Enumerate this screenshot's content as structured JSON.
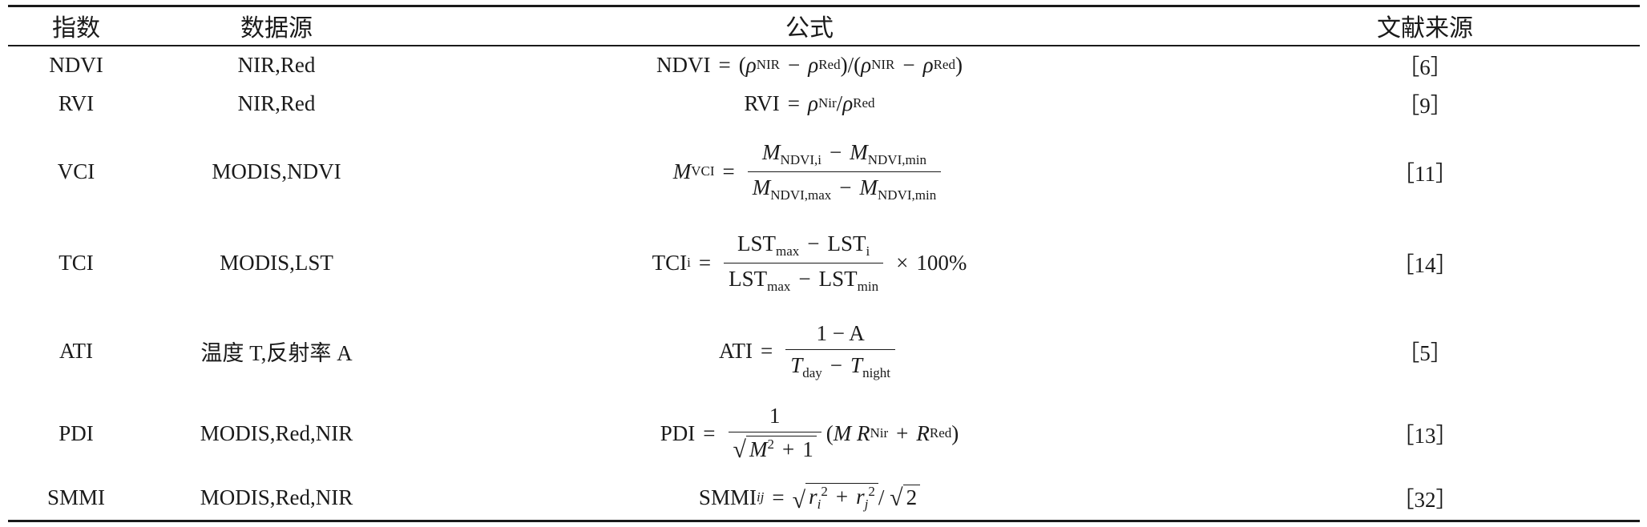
{
  "headers": {
    "index": "指数",
    "source": "数据源",
    "formula": "公式",
    "reference": "文献来源"
  },
  "rows": [
    {
      "index": "NDVI",
      "source": "NIR,Red",
      "reference": "［6］"
    },
    {
      "index": "RVI",
      "source": "NIR,Red",
      "reference": "［9］"
    },
    {
      "index": "VCI",
      "source": "MODIS,NDVI",
      "reference": "［11］"
    },
    {
      "index": "TCI",
      "source": "MODIS,LST",
      "reference": "［14］"
    },
    {
      "index": "ATI",
      "source": "温度 T,反射率 A",
      "reference": "［5］"
    },
    {
      "index": "PDI",
      "source": "MODIS,Red,NIR",
      "reference": "［13］"
    },
    {
      "index": "SMMI",
      "source": "MODIS,Red,NIR",
      "reference": "［32］"
    }
  ],
  "formulas": {
    "ndvi": {
      "lhs": "NDVI",
      "eq": "=",
      "rho": "ρ",
      "nir": "NIR",
      "red": "Red",
      "minus": "−",
      "slash": "/",
      "lp": "(",
      "rp": ")"
    },
    "rvi": {
      "lhs": "RVI",
      "eq": "=",
      "rho": "ρ",
      "nir": "Nir",
      "red": "Red",
      "slash": "/"
    },
    "vci": {
      "m": "M",
      "lhs_sub": "VCI",
      "eq": "=",
      "sub_i": "NDVI,i",
      "sub_min": "NDVI,min",
      "sub_max": "NDVI,max",
      "minus": "−"
    },
    "tci": {
      "lhs": "TCI",
      "lhs_sub": "i",
      "eq": "=",
      "lst": "LST",
      "max": "max",
      "min": "min",
      "i": "i",
      "minus": "−",
      "times": "×",
      "pct": "100%"
    },
    "ati": {
      "lhs": "ATI",
      "eq": "=",
      "num": "1 − A",
      "t": "T",
      "day": "day",
      "night": "night",
      "minus": "−"
    },
    "pdi": {
      "lhs": "PDI",
      "eq": "=",
      "one": "1",
      "m": "M",
      "sq": "2",
      "plus": "+",
      "r": "R",
      "nir": "Nir",
      "red": "Red",
      "lp": "(",
      "rp": ")"
    },
    "smmi": {
      "lhs": "SMMI",
      "lhs_sub": "ij",
      "eq": "=",
      "ri": "r",
      "i": "i",
      "rj": "r",
      "j": "j",
      "sq": "2",
      "plus": "+",
      "slash": "/",
      "two": "2"
    }
  }
}
